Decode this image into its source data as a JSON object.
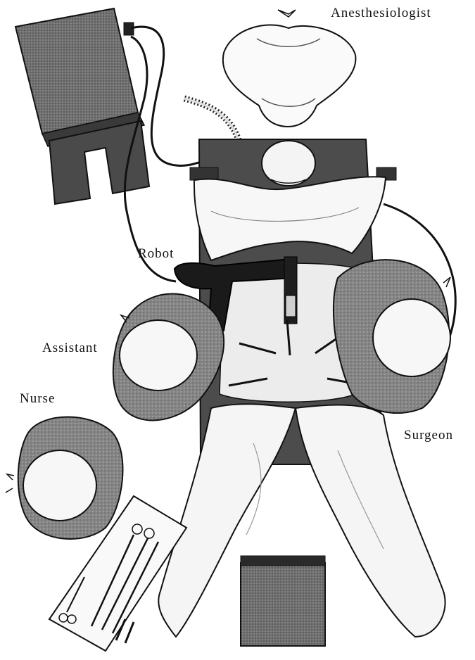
{
  "labels": {
    "anesthesiologist": "Anesthesiologist",
    "robot": "Robot",
    "assistant": "Assistant",
    "nurse": "Nurse",
    "surgeon": "Surgeon"
  },
  "colors": {
    "ink": "#111111",
    "dark_equipment": "#5a5a5a",
    "robot_arm": "#1a1a1a",
    "gown": "#7a7a7a",
    "drape": "#f2f2f2",
    "cap": "#f7f7f7"
  }
}
